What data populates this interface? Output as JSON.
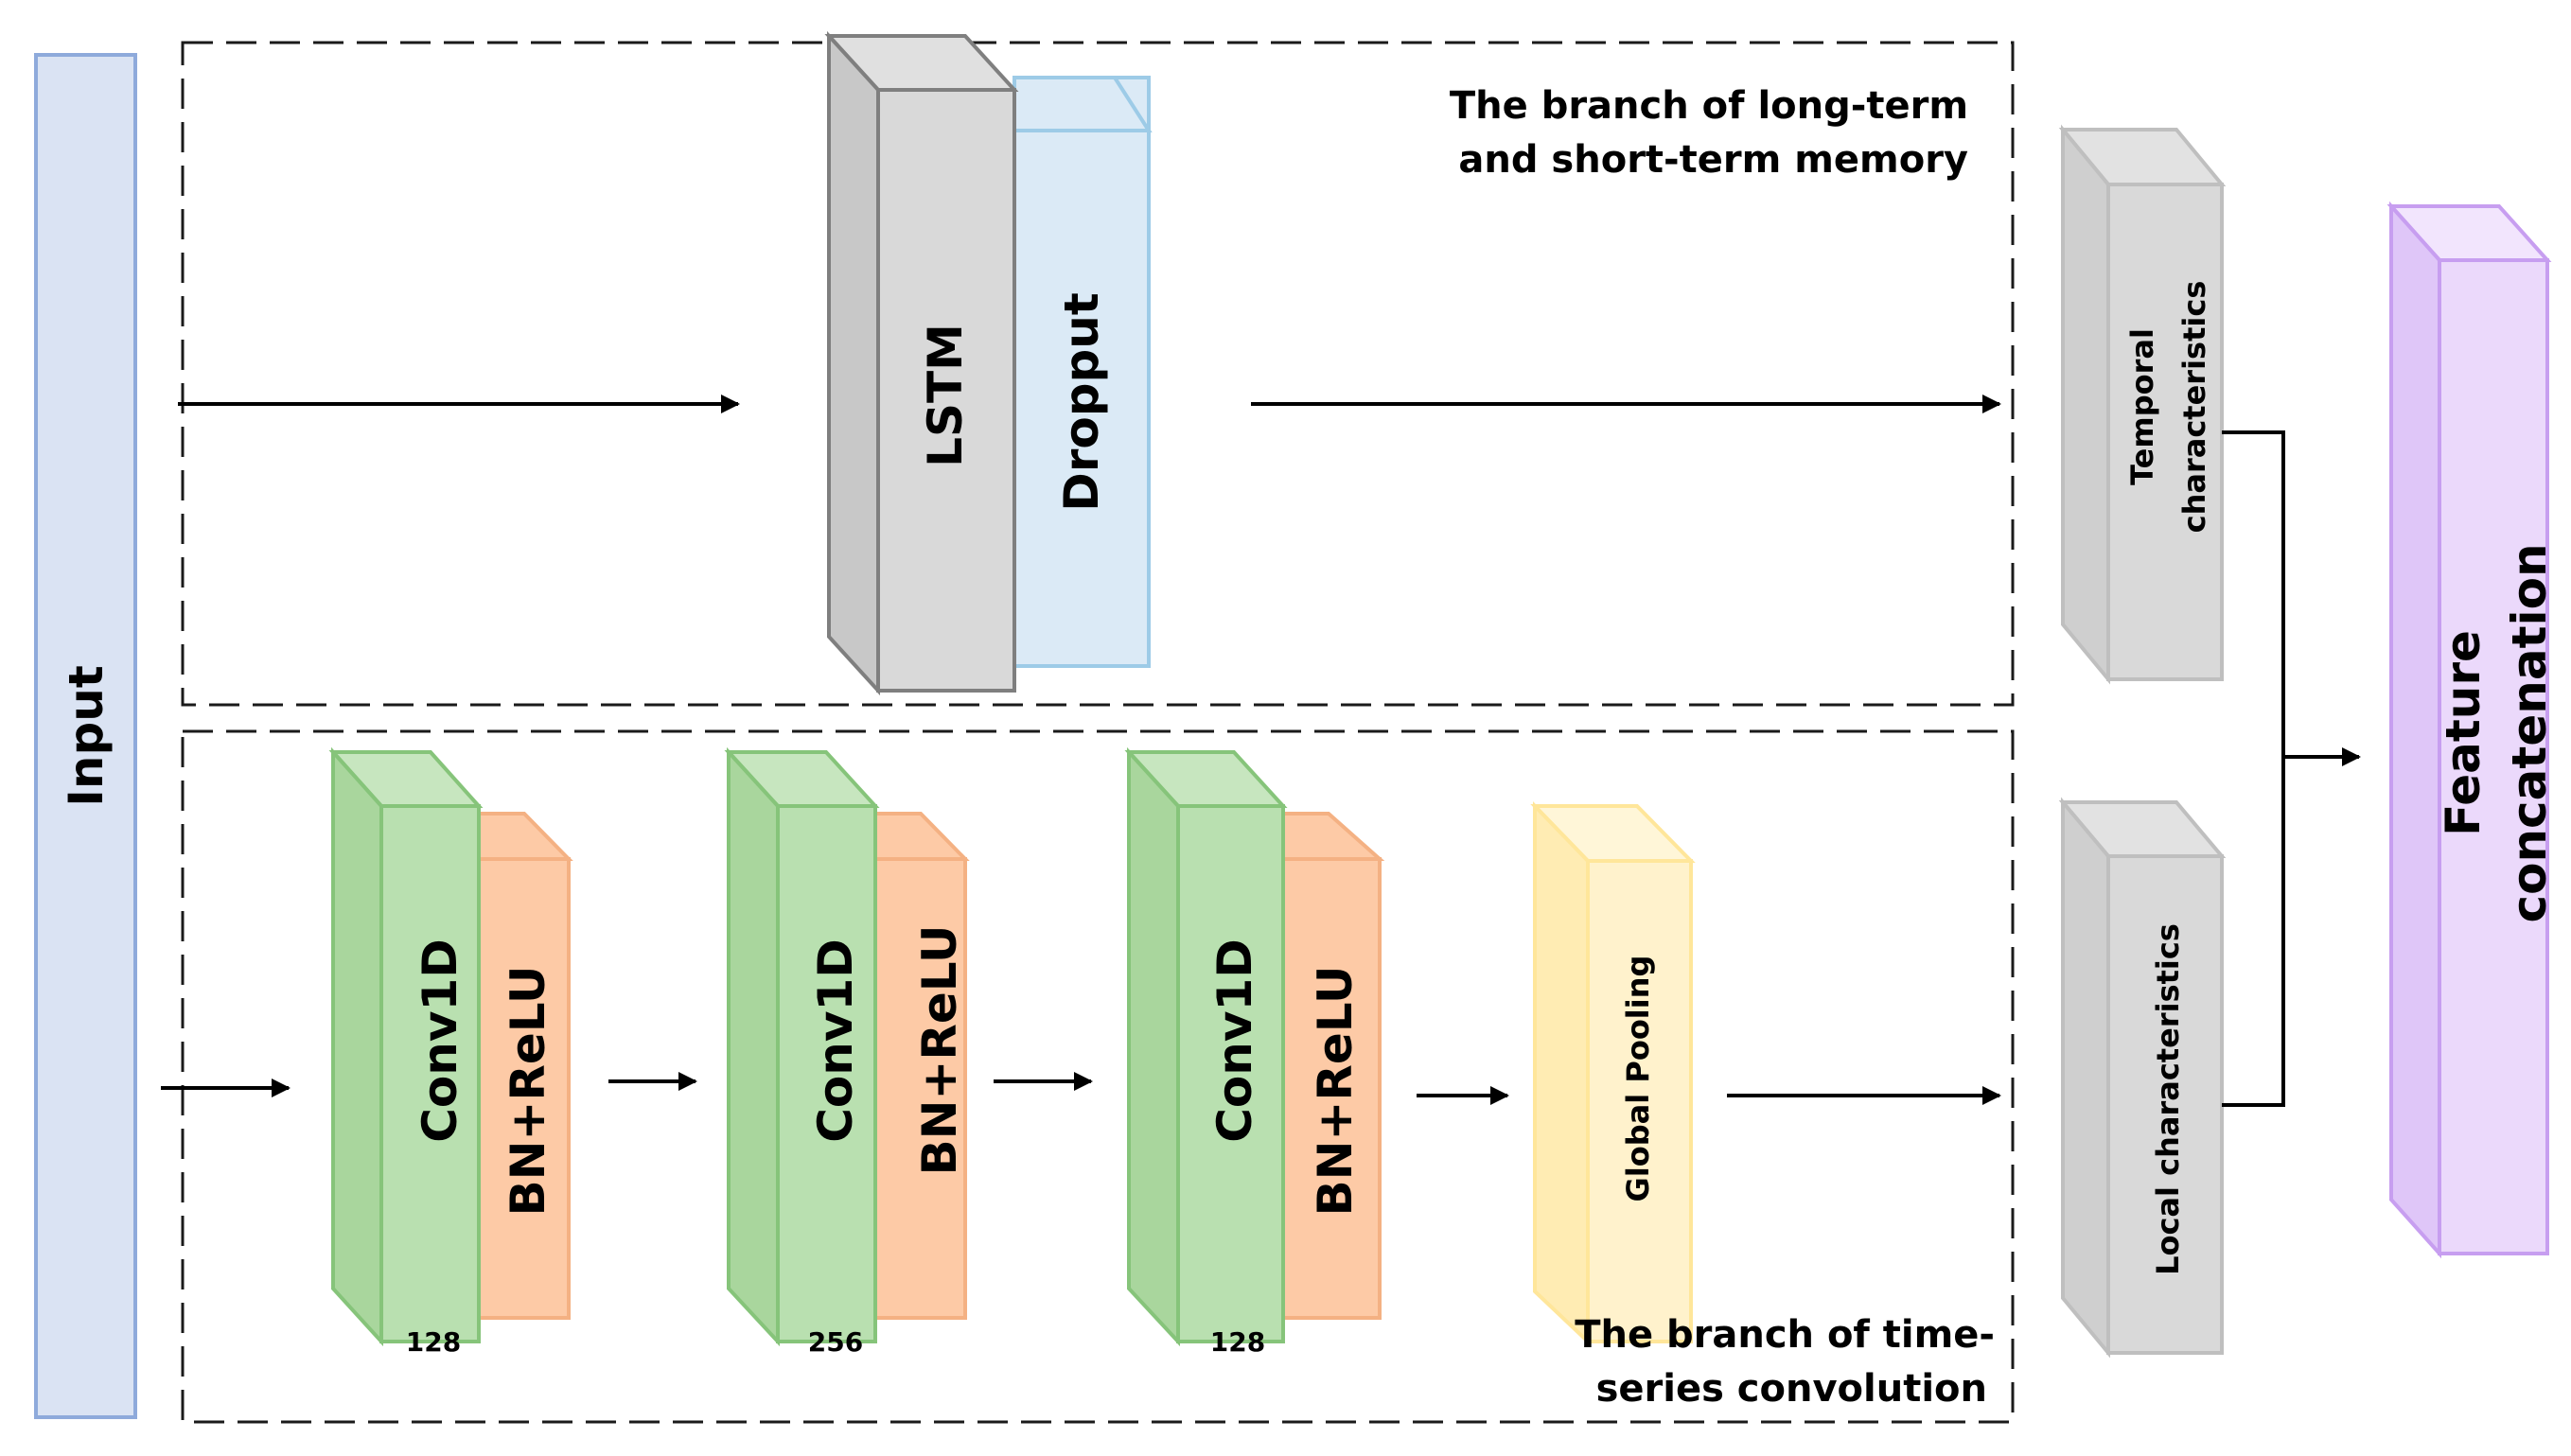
{
  "input": {
    "label": "Input",
    "color": "#dae3f3",
    "stroke": "#8eaadb"
  },
  "lstm_branch": {
    "title_line1": "The branch of long-term",
    "title_line2": "and short-term memory",
    "lstm": {
      "label": "LSTM",
      "color": "#d9d9d9",
      "stroke": "#7f7f7f"
    },
    "dropout": {
      "label": "Dropput",
      "color": "#dbeaf6",
      "stroke": "#9dcbe7"
    }
  },
  "conv_branch": {
    "title_line1": "The branch of time-",
    "title_line2": "series convolution",
    "blocks": [
      {
        "conv_label": "Conv1D",
        "bn_label": "BN+ReLU",
        "channels": "128"
      },
      {
        "conv_label": "Conv1D",
        "bn_label": "BN+ReLU",
        "channels": "256"
      },
      {
        "conv_label": "Conv1D",
        "bn_label": "BN+ReLU",
        "channels": "128"
      }
    ],
    "pooling": {
      "label": "Global Pooling",
      "color": "#fff2cc",
      "stroke": "#ffe69a"
    },
    "conv_color": "#b9e0b0",
    "conv_stroke": "#86c47a",
    "bn_color": "#fdcaa6",
    "bn_stroke": "#f4b183"
  },
  "temporal": {
    "line1": "Temporal",
    "line2": "characteristics",
    "color": "#d9d9d9",
    "stroke": "#bfbfbf"
  },
  "local": {
    "label": "Local characteristics",
    "color": "#d9d9d9",
    "stroke": "#bfbfbf"
  },
  "concat": {
    "line1": "Feature",
    "line2": "concatenation",
    "color": "#ebd9fb",
    "stroke": "#c79ef0"
  }
}
